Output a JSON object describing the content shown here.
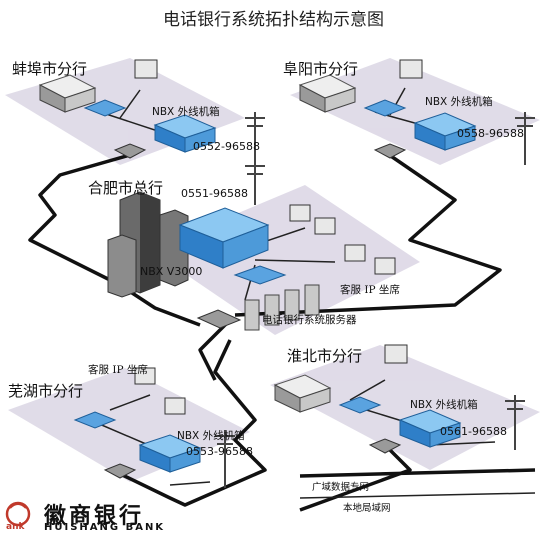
{
  "title": "电话银行系统拓扑结构示意图",
  "branches": {
    "bengbu": {
      "name": "蚌埠市分行",
      "device": "NBX 外线机箱",
      "phone": "0552-96588"
    },
    "fuyang": {
      "name": "阜阳市分行",
      "device": "NBX 外线机箱",
      "phone": "0558-96588"
    },
    "hefei": {
      "name": "合肥市总行",
      "phone": "0551-96588",
      "switch": "NBX V3000",
      "seat": "客服 IP 坐席",
      "servers": "电话银行系统服务器"
    },
    "wuhu": {
      "name": "芜湖市分行",
      "seat": "客服 IP 坐席",
      "device": "NBX 外线机箱",
      "phone": "0553-96588"
    },
    "huaibei": {
      "name": "淮北市分行",
      "device": "NBX 外线机箱",
      "phone": "0561-96588"
    }
  },
  "legend": {
    "wan": "广域数据专网",
    "lan": "本地局域网"
  },
  "logo": {
    "cn": "徽商银行",
    "en": "HUISHANG BANK",
    "mark": "ank"
  },
  "colors": {
    "platform": "#dcd6e6",
    "device_blue": "#3a8fd6",
    "cable": "#111111"
  }
}
